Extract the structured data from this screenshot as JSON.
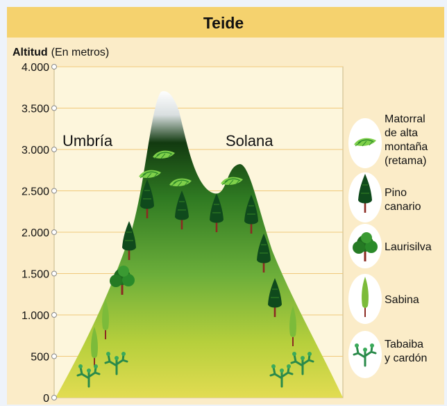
{
  "header": {
    "title": "Teide"
  },
  "axis": {
    "title_bold": "Altitud",
    "title_unit": "(En metros)",
    "ticks": [
      {
        "value": 0,
        "label": "0"
      },
      {
        "value": 500,
        "label": "500"
      },
      {
        "value": 1000,
        "label": "1.000"
      },
      {
        "value": 1500,
        "label": "1.500"
      },
      {
        "value": 2000,
        "label": "2.000"
      },
      {
        "value": 2500,
        "label": "2.500"
      },
      {
        "value": 3000,
        "label": "3.000"
      },
      {
        "value": 3500,
        "label": "3.500"
      },
      {
        "value": 4000,
        "label": "4.000"
      }
    ]
  },
  "slopes": {
    "left": "Umbría",
    "right": "Solana"
  },
  "legend": [
    {
      "key": "retama",
      "lines": [
        "Matorral",
        "de alta",
        "montaña",
        "(retama)"
      ],
      "icon": "retama-shrub-icon"
    },
    {
      "key": "pino",
      "lines": [
        "Pino",
        "canario"
      ],
      "icon": "pine-tree-icon"
    },
    {
      "key": "laurisilva",
      "lines": [
        "Laurisilva"
      ],
      "icon": "laurel-tree-icon"
    },
    {
      "key": "sabina",
      "lines": [
        "Sabina"
      ],
      "icon": "juniper-tree-icon"
    },
    {
      "key": "tabaiba",
      "lines": [
        "Tabaiba",
        "y cardón"
      ],
      "icon": "cactus-shrub-icon"
    }
  ],
  "colors": {
    "header_bg": "#f5d26e",
    "frame_bg": "#fbecc8",
    "chart_bg": "#fdf6dc",
    "mountain_base": "#d6d83c",
    "mountain_mid": "#6cae3a",
    "mountain_top": "#123a10",
    "snow": "#ffffff",
    "tree_dark": "#0f4a1c",
    "trunk": "#8b2a22"
  }
}
